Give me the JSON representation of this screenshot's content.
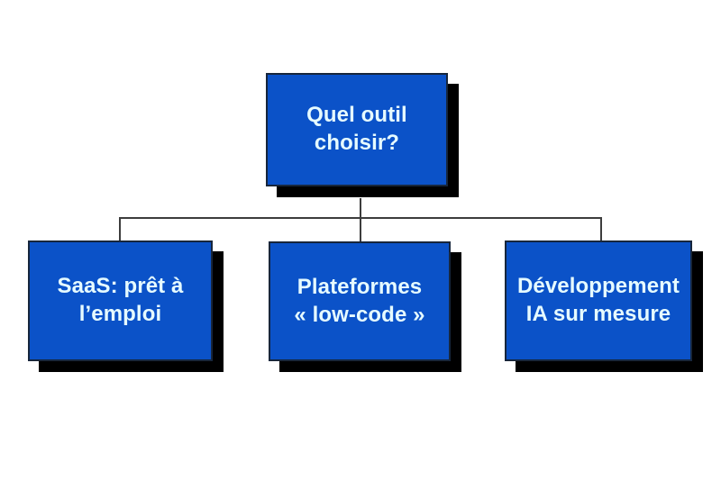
{
  "diagram": {
    "type": "org-tree",
    "orientation": "top-down",
    "background_color": "#ffffff",
    "node_fill_color": "#0b52c8",
    "node_border_color": "#17263c",
    "node_shadow_color": "#000000",
    "node_text_color": "#e6fbff",
    "connector_color": "#3d3d3d",
    "root": {
      "id": "root",
      "label": "Quel outil\nchoisir?",
      "line1": "Quel outil",
      "line2": "choisir?"
    },
    "children": [
      {
        "id": "saas",
        "label": "SaaS: prêt à\nl’emploi",
        "line1": "SaaS: prêt à",
        "line2": "l’emploi"
      },
      {
        "id": "lowcode",
        "label": "Plateformes\n« low-code »",
        "line1": "Plateformes",
        "line2": "« low-code »"
      },
      {
        "id": "custom-ai",
        "label": "Développement\nIA sur mesure",
        "line1": "Développement",
        "line2": "IA sur mesure"
      }
    ]
  }
}
